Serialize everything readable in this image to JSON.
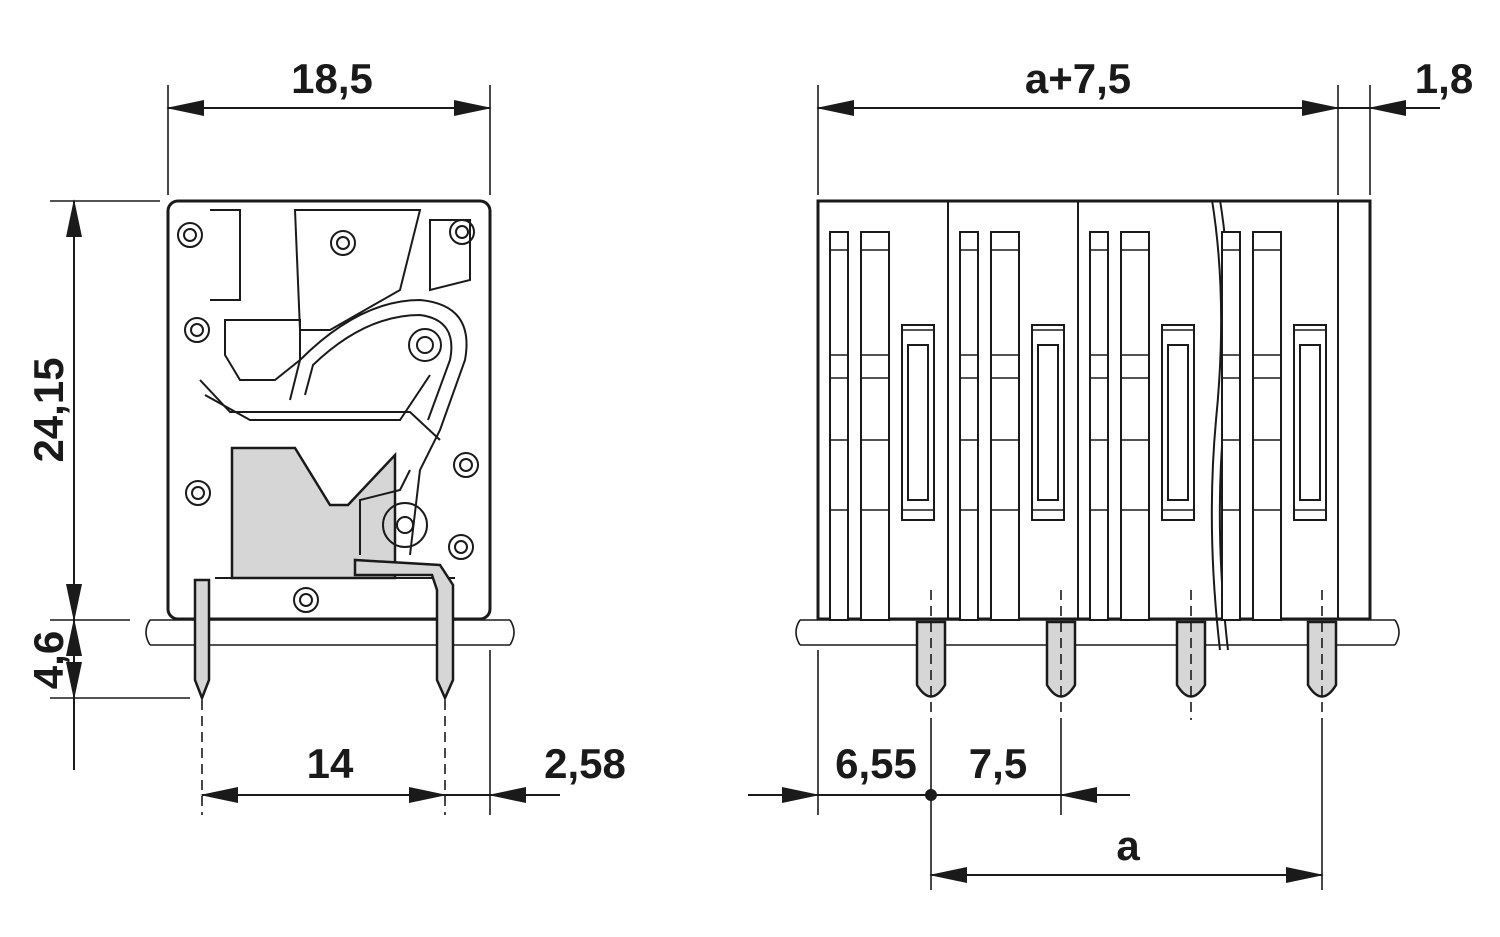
{
  "side_view": {
    "width_label": "18,5",
    "height_label": "24,15",
    "pin_length_label": "4,6",
    "pin_pitch_label": "14",
    "pin_offset_label": "2,58"
  },
  "front_view": {
    "overall_width_label": "a+7,5",
    "end_plate_label": "1,8",
    "first_pin_offset_label": "6,55",
    "pitch_label": "7,5",
    "span_label": "a"
  },
  "colors": {
    "line": "#1a1a1a",
    "fill_grey": "#d6d6d6",
    "background": "#ffffff"
  }
}
